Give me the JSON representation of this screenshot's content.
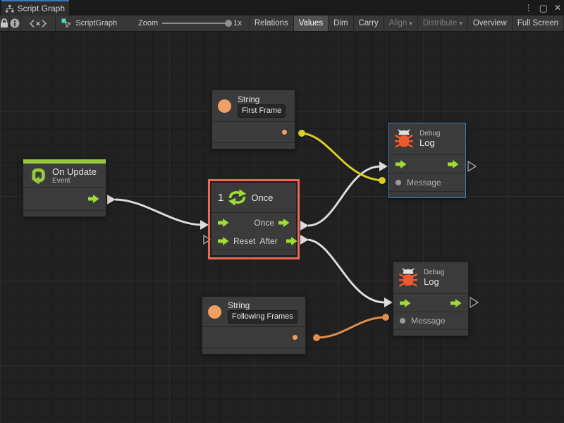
{
  "window": {
    "tab_title": "Script Graph",
    "controls": {
      "menu": "⋮",
      "maximize": "▢",
      "close": "✕"
    }
  },
  "toolbar": {
    "graph_name": "ScriptGraph",
    "zoom_label": "Zoom",
    "zoom_value": "1x",
    "dropdown_glyph": "▾",
    "buttons": [
      {
        "label": "Relations"
      },
      {
        "label": "Values"
      },
      {
        "label": "Dim"
      },
      {
        "label": "Carry"
      },
      {
        "label": "Align"
      },
      {
        "label": "Distribute"
      },
      {
        "label": "Overview"
      },
      {
        "label": "Full Screen"
      }
    ]
  },
  "nodes": {
    "string_first": {
      "title": "String",
      "value": "First Frame"
    },
    "string_following": {
      "title": "String",
      "value": "Following Frames"
    },
    "on_update": {
      "title": "On Update",
      "subtitle": "Event"
    },
    "once": {
      "badge": "1",
      "title": "Once",
      "out_once": "Once",
      "in_reset": "Reset",
      "out_after": "After"
    },
    "debug_top": {
      "subtitle": "Debug",
      "title": "Log",
      "message": "Message"
    },
    "debug_bottom": {
      "subtitle": "Debug",
      "title": "Log",
      "message": "Message"
    }
  },
  "colors": {
    "port_green": "#9fdb35",
    "port_orange": "#f0a064",
    "wire_yellow": "#d9ce25",
    "wire_orange": "#de8d4d",
    "wire_white": "#dcdcdc",
    "selection_red": "#eb6852",
    "selection_blue": "#3d7ebb",
    "event_green": "#97c93d",
    "bug_orange": "#ee5a2e",
    "graph_teal": "#4fd6be",
    "triangle_outline": "#a8a8a8"
  }
}
